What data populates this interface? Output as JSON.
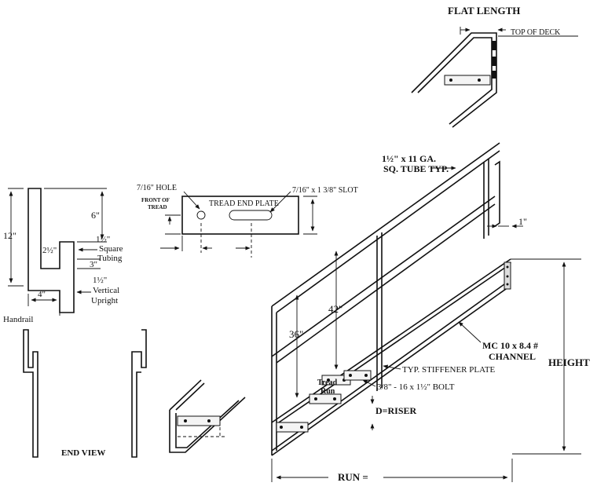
{
  "labels": {
    "flat_length": "FLAT LENGTH",
    "top_of_deck": "TOP OF DECK",
    "tube": "1½\" x 11 GA.",
    "tube_typ": "SQ. TUBE TYP.",
    "hole": "7/16\" HOLE",
    "slot": "7/16\" x 1 3/8\" SLOT",
    "front_of": "FRONT OF",
    "tread": "TREAD",
    "tread_end_plate": "TREAD END PLATE",
    "dim_1": "1\"",
    "dim_6": "6\"",
    "dim_12": "12\"",
    "dim_2half": "2½\"",
    "dim_1half_a": "1½\"",
    "square": "Square",
    "tubing": "Tubing",
    "dim_3": "3\"",
    "dim_1half_b": "1½\"",
    "vertical": "Vertical",
    "upright": "Upright",
    "dim_4": "4\"",
    "handrail": "Handrail",
    "end_view": "END VIEW",
    "dim_42": "42\"",
    "dim_36": "36\"",
    "channel_line1": "MC 10 x 8.4 #",
    "channel_line2": "CHANNEL",
    "height": "HEIGHT",
    "stiffener": "TYP. STIFFENER PLATE",
    "tread_run_1": "Tread",
    "tread_run_2": "Run",
    "bolt": "3/8\" - 16 x 1½\" BOLT",
    "riser": "D=RISER",
    "run": "RUN ="
  }
}
